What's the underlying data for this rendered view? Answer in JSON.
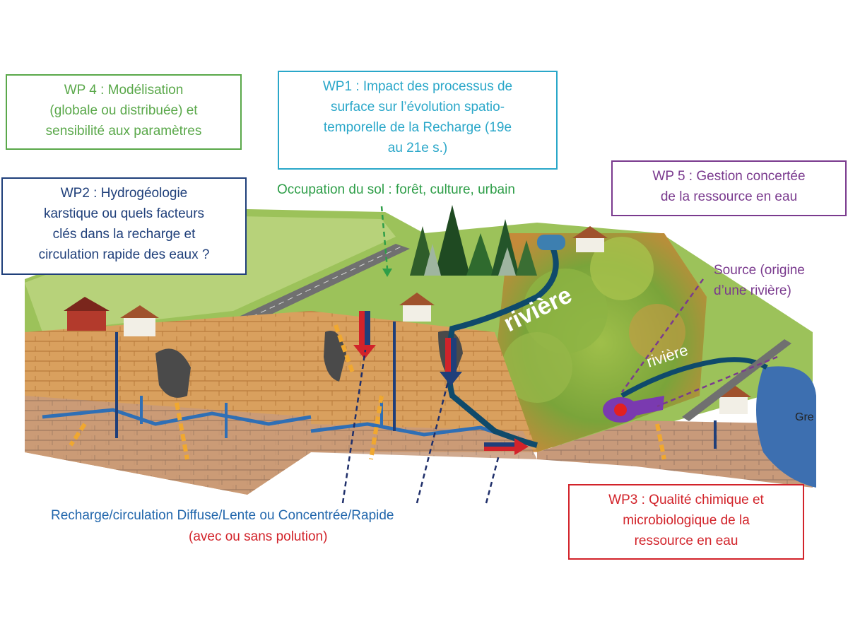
{
  "colors": {
    "wp4": "#5aa84a",
    "wp1": "#2aa7c9",
    "wp2": "#1f3f7a",
    "wp5": "#7a3a8e",
    "wp3": "#d2232a",
    "land_use": "#2e9e48",
    "recharge": "#2166ac",
    "pollution": "#d2232a",
    "river": "#0f4a6b"
  },
  "boxes": {
    "wp4": "WP 4 : Modélisation\n(globale ou distribuée) et\nsensibilité aux paramètres",
    "wp1": "WP1 : Impact des processus de\nsurface sur l’évolution spatio-\ntemporelle de la Recharge (19e\nau 21e s.)",
    "wp2": "WP2 : Hydrogéologie\nkarstique ou quels facteurs\nclés dans la recharge et\ncirculation rapide des eaux ?",
    "wp5": "WP 5 : Gestion concertée\nde la ressource en eau",
    "wp3": "WP3 : Qualité chimique et\nmicrobiologique de la\nressource en eau"
  },
  "labels": {
    "land_use": "Occupation du sol : forêt, culture, urbain",
    "source": "Source (origine\nd’une rivière)",
    "river_big": "rivière",
    "river_small": "rivière",
    "recharge": "Recharge/circulation Diffuse/Lente ou Concentrée/Rapide",
    "pollution": "(avec ou sans polution)",
    "edge_text": "Gre"
  },
  "icons": [
    "tree-icon",
    "house-icon",
    "arrow-down-icon",
    "arrow-right-icon",
    "spring-icon"
  ]
}
